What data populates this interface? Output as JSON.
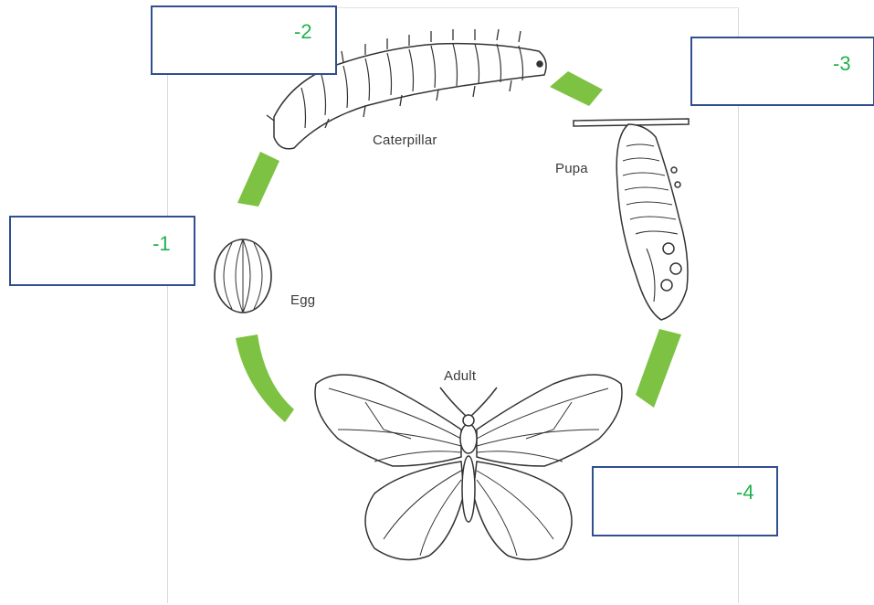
{
  "labels": {
    "caterpillar": "Caterpillar",
    "pupa": "Pupa",
    "egg": "Egg",
    "adult": "Adult"
  },
  "answer_boxes": [
    {
      "id": "box-1",
      "number": "-1"
    },
    {
      "id": "box-2",
      "number": "-2"
    },
    {
      "id": "box-3",
      "number": "-3"
    },
    {
      "id": "box-4",
      "number": "-4"
    }
  ],
  "colors": {
    "arrow": "#7dc242",
    "box_border": "#2f4f8f",
    "number_text": "#22b14c",
    "drawing": "#333333"
  }
}
